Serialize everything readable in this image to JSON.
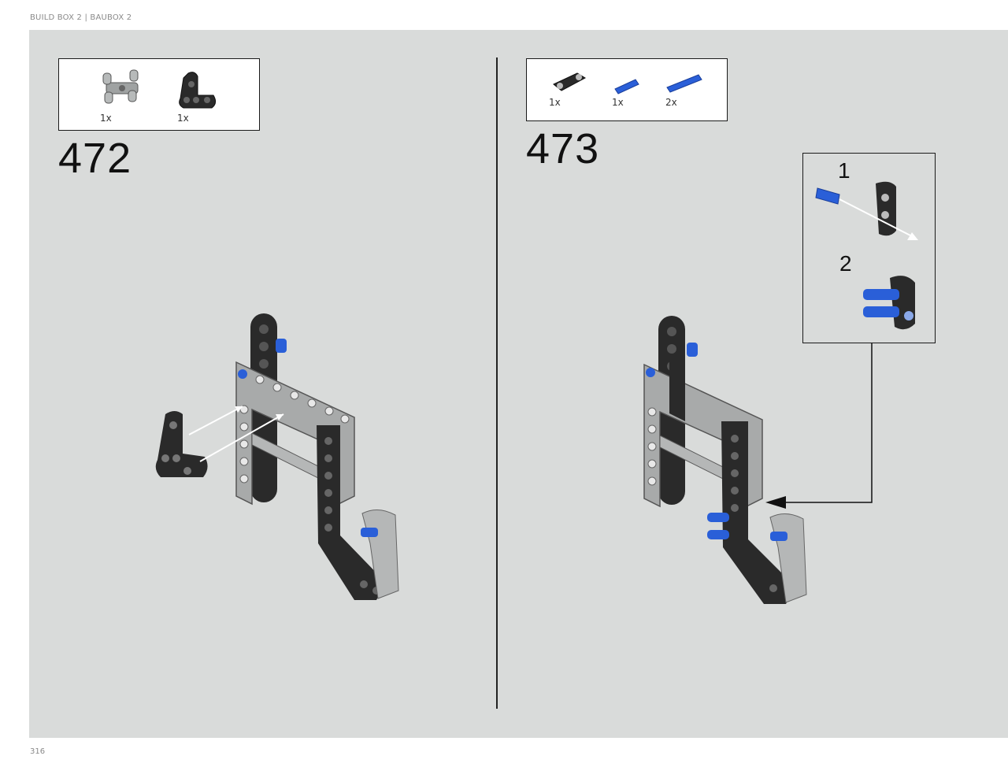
{
  "header": {
    "label": "BUILD BOX 2 | BAUBOX 2"
  },
  "footer": {
    "page_number": "316"
  },
  "steps": [
    {
      "number": "472",
      "parts": [
        {
          "name": "double-pin-connector",
          "qty": "1x"
        },
        {
          "name": "black-angled-connector",
          "qty": "1x"
        }
      ]
    },
    {
      "number": "473",
      "parts": [
        {
          "name": "black-axle-pin-connector",
          "qty": "1x"
        },
        {
          "name": "blue-short-pin",
          "qty": "1x"
        },
        {
          "name": "blue-long-pin",
          "qty": "2x"
        }
      ],
      "callout": {
        "substep_1": "1",
        "substep_2": "2"
      }
    }
  ],
  "colors": {
    "background": "#d9dbda",
    "dark_part": "#2a2a2a",
    "light_part": "#a8aaaa",
    "blue_pin": "#2a5fd8"
  }
}
